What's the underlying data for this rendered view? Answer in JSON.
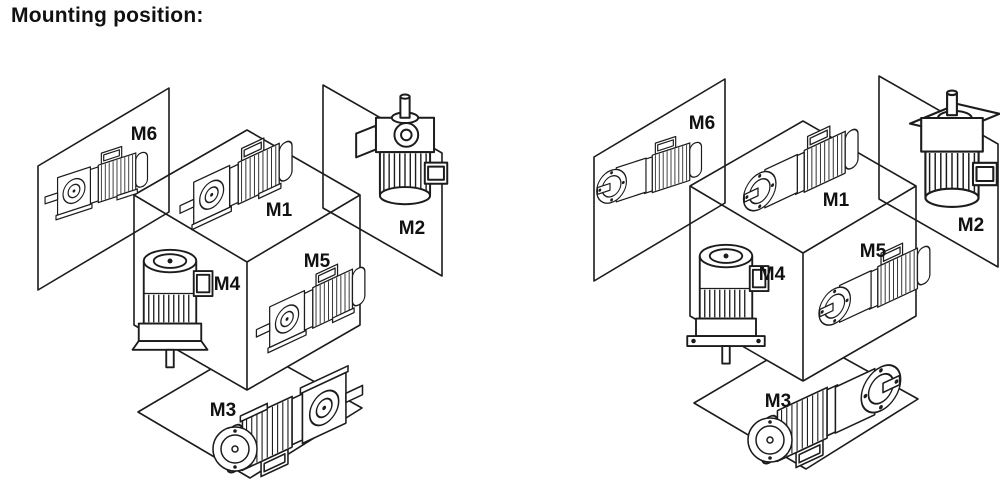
{
  "title": "Mounting position:",
  "colors": {
    "line": "#1c1c1c",
    "text": "#111111",
    "background": "#ffffff"
  },
  "diagrams": [
    {
      "labels": [
        "M6",
        "M1",
        "M2",
        "M4",
        "M5",
        "M3"
      ]
    },
    {
      "labels": [
        "M6",
        "M1",
        "M2",
        "M4",
        "M5",
        "M3"
      ]
    }
  ]
}
